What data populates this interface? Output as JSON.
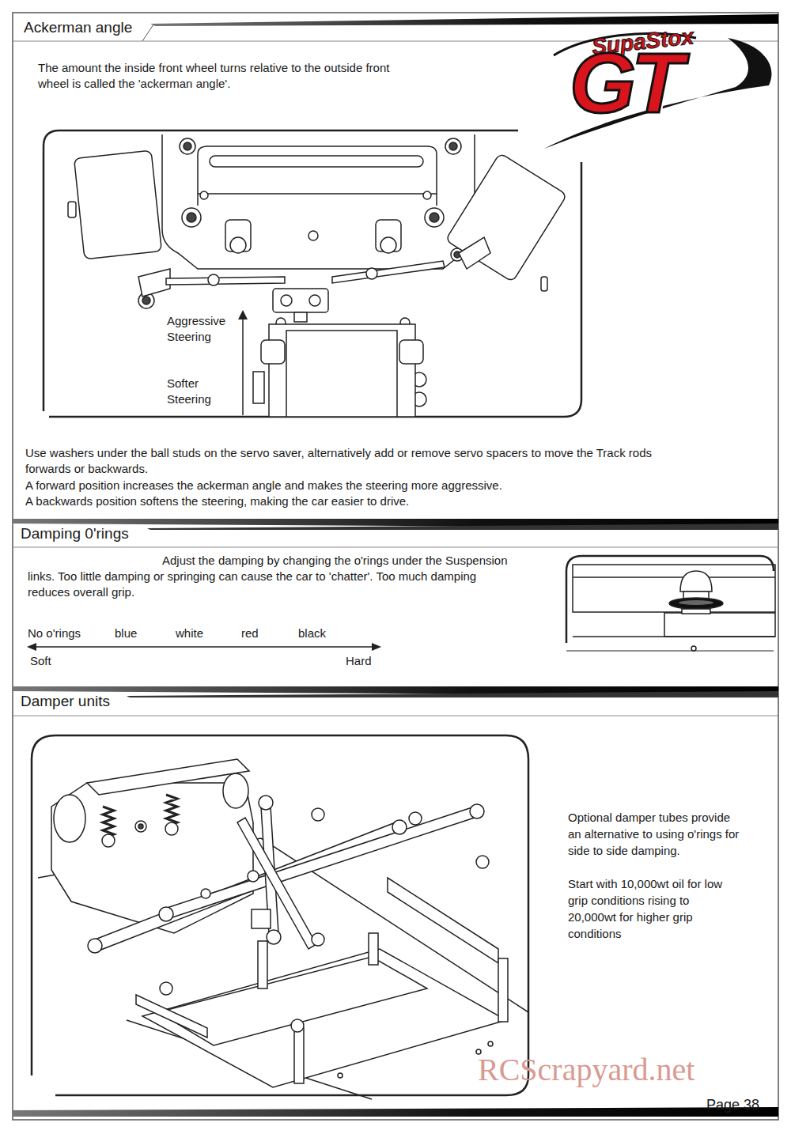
{
  "diagram": {
    "title": "Ackerman angle",
    "nodes": [
      {
        "text": [
          "Ackerman angle"
        ]
      },
      {
        "text": [
          "Damping 0'rings"
        ]
      },
      {
        "text": [
          "Damper units"
        ]
      }
    ],
    "labels": [
      "SupaStox",
      "GT",
      "The amount the inside front wheel turns relative to the outside front wheel is called the 'ackerman angle'.",
      "Aggressive Steering",
      "Softer Steering",
      "Use washers under the ball studs on the servo saver, alternatively add or remove servo spacers to move the Track rods forwards or backwards.",
      "A forward position increases the ackerman angle and makes the steering more aggressive.",
      "A backwards position softens the steering, making the car easier to drive.",
      "Adjust the damping by changing the o'rings under the Suspension links. Too little damping or springing can cause the car to 'chatter'. Too much damping reduces overall grip.",
      "No o'rings",
      "blue",
      "white",
      "red",
      "black",
      "Soft",
      "Hard",
      "Optional damper tubes provide an alternative to using o'rings for side to side damping.",
      "Start with 10,000wt oil for low grip conditions rising to 20,000wt for higher grip conditions",
      "RCScrapyard.net",
      "Page 38"
    ]
  }
}
